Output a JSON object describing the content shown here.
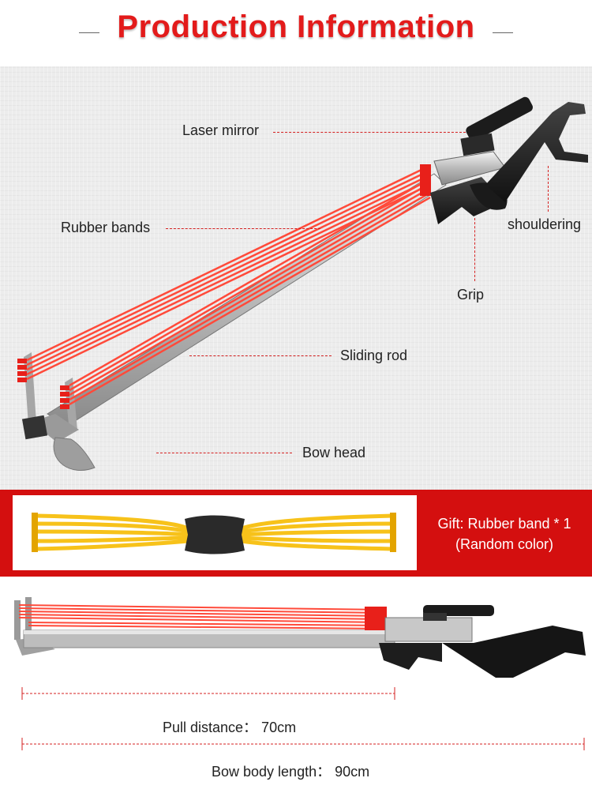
{
  "header": {
    "title": "Production Information"
  },
  "callouts": {
    "laser_mirror": "Laser mirror",
    "rubber_bands": "Rubber bands",
    "shouldering": "shouldering",
    "grip": "Grip",
    "sliding_rod": "Sliding rod",
    "bow_head": "Bow head"
  },
  "gift": {
    "line1": "Gift: Rubber band * 1",
    "line2": "(Random color)"
  },
  "measurements": {
    "pull_distance": "Pull distance： 70cm",
    "bow_body_length": "Bow body length： 90cm"
  },
  "colors": {
    "title_red": "#e31b1b",
    "banner_red": "#d40f0f",
    "band_red": "#ff4a3a",
    "band_yellow": "#f7c21a"
  }
}
